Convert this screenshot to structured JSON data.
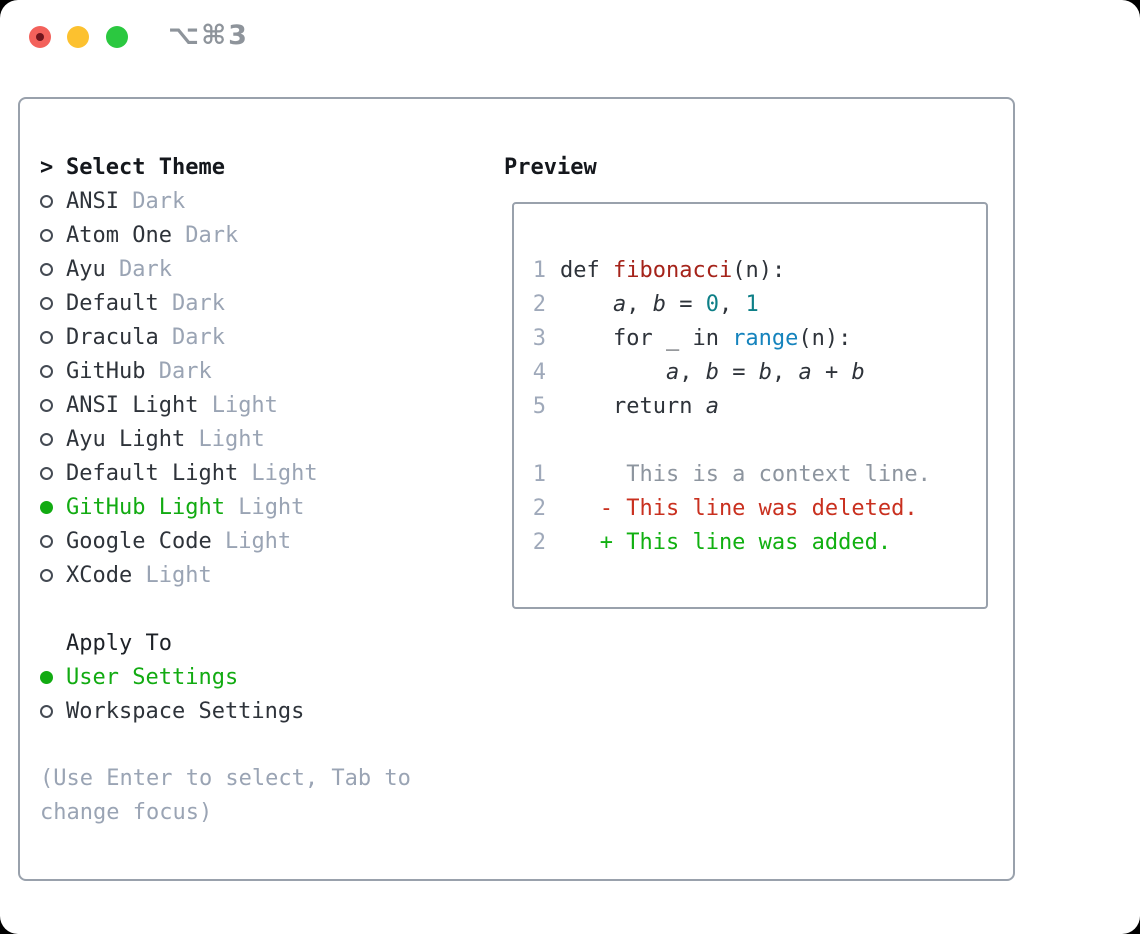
{
  "window": {
    "shortcut": "⌥⌘3"
  },
  "colors": {
    "default": "#2e333a",
    "heading": "#14171c",
    "muted": "#9aa4b4",
    "selection_green": "#12ab12",
    "function": "#a5231a",
    "number": "#0d7f87",
    "builtin": "#1583bd",
    "context": "#8d959f",
    "deleted": "#c9301f",
    "added": "#11b011",
    "line_number": "#9fa9ba",
    "panel_border": "#99a1ac",
    "traffic_red": "#f3615b",
    "traffic_yellow": "#fcc12f",
    "traffic_green": "#2bc840"
  },
  "theme_menu": {
    "prompt": ">",
    "title": "Select Theme",
    "items": [
      {
        "label": "ANSI",
        "variant": "Dark",
        "selected": false
      },
      {
        "label": "Atom One",
        "variant": "Dark",
        "selected": false
      },
      {
        "label": "Ayu",
        "variant": "Dark",
        "selected": false
      },
      {
        "label": "Default",
        "variant": "Dark",
        "selected": false
      },
      {
        "label": "Dracula",
        "variant": "Dark",
        "selected": false
      },
      {
        "label": "GitHub",
        "variant": "Dark",
        "selected": false
      },
      {
        "label": "ANSI Light",
        "variant": "Light",
        "selected": false
      },
      {
        "label": "Ayu Light",
        "variant": "Light",
        "selected": false
      },
      {
        "label": "Default Light",
        "variant": "Light",
        "selected": false
      },
      {
        "label": "GitHub Light",
        "variant": "Light",
        "selected": true
      },
      {
        "label": "Google Code",
        "variant": "Light",
        "selected": false
      },
      {
        "label": "XCode",
        "variant": "Light",
        "selected": false
      }
    ]
  },
  "apply_to": {
    "title": "Apply To",
    "options": [
      {
        "label": "User Settings",
        "selected": true
      },
      {
        "label": "Workspace Settings",
        "selected": false
      }
    ]
  },
  "hint": {
    "line1": "(Use Enter to select, Tab to",
    "line2": "change focus)"
  },
  "preview": {
    "title": "Preview",
    "code_lines": [
      {
        "num": "1",
        "tokens": [
          {
            "text": "def "
          },
          {
            "text": "fibonacci",
            "color": "function"
          },
          {
            "text": "(n):"
          }
        ]
      },
      {
        "num": "2",
        "tokens": [
          {
            "text": "    "
          },
          {
            "text": "a",
            "italic": true
          },
          {
            "text": ", "
          },
          {
            "text": "b",
            "italic": true
          },
          {
            "text": " = "
          },
          {
            "text": "0",
            "color": "number"
          },
          {
            "text": ", "
          },
          {
            "text": "1",
            "color": "number"
          }
        ]
      },
      {
        "num": "3",
        "tokens": [
          {
            "text": "    for _ in "
          },
          {
            "text": "range",
            "color": "builtin"
          },
          {
            "text": "(n):"
          }
        ]
      },
      {
        "num": "4",
        "tokens": [
          {
            "text": "        "
          },
          {
            "text": "a",
            "italic": true
          },
          {
            "text": ", "
          },
          {
            "text": "b",
            "italic": true
          },
          {
            "text": " = "
          },
          {
            "text": "b",
            "italic": true
          },
          {
            "text": ", "
          },
          {
            "text": "a",
            "italic": true
          },
          {
            "text": " + "
          },
          {
            "text": "b",
            "italic": true
          }
        ]
      },
      {
        "num": "5",
        "tokens": [
          {
            "text": "    return "
          },
          {
            "text": "a",
            "italic": true
          }
        ]
      },
      {
        "num": "",
        "tokens": []
      },
      {
        "num": "1",
        "tokens": [
          {
            "text": "     This is a context line.",
            "color": "context"
          }
        ]
      },
      {
        "num": "2",
        "tokens": [
          {
            "text": "   - This line was deleted.",
            "color": "deleted"
          }
        ]
      },
      {
        "num": "2",
        "tokens": [
          {
            "text": "   + This line was added.",
            "color": "added"
          }
        ]
      }
    ]
  }
}
